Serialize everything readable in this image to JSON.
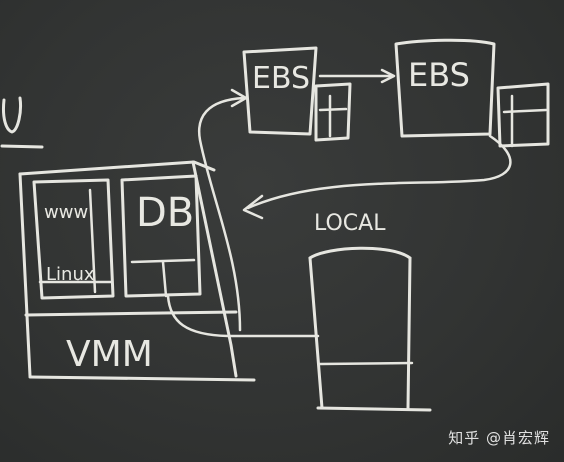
{
  "diagram": {
    "labels": {
      "ebs_primary": "EBS",
      "ebs_replica": "EBS",
      "www": "www",
      "linux": "Linux",
      "db": "DB",
      "vmm": "VMM",
      "local": "LOCAL"
    }
  },
  "watermark": "知乎 @肖宏辉",
  "colors": {
    "board": "#323433",
    "chalk": "#e6e6e0"
  }
}
